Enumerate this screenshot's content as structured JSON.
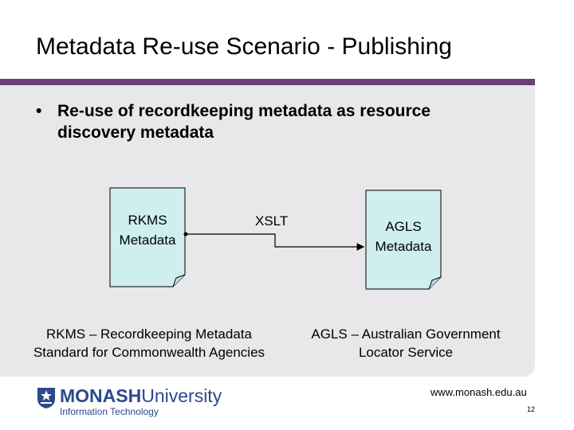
{
  "slide": {
    "title": "Metadata Re-use Scenario - Publishing",
    "bullet": {
      "marker": "•",
      "text": "Re-use of recordkeeping metadata as resource discovery metadata"
    }
  },
  "diagram": {
    "source_doc": {
      "line1": "RKMS",
      "line2": "Metadata"
    },
    "connector_label": "XSLT",
    "target_doc": {
      "line1": "AGLS",
      "line2": "Metadata"
    },
    "doc_fill": "#cfeef0",
    "source_caption": {
      "line1": "RKMS – Recordkeeping Metadata",
      "line2": "Standard for Commonwealth Agencies"
    },
    "target_caption": {
      "line1": "AGLS – Australian Government",
      "line2": "Locator Service"
    }
  },
  "footer": {
    "logo_word_bold": "MONASH",
    "logo_word_light": "University",
    "logo_subtitle": "Information Technology",
    "url": "www.monash.edu.au",
    "page_number": "12"
  },
  "colors": {
    "accent_bar": "#6b3f79",
    "panel": "#e8e7e9",
    "logo_blue": "#2b4a8c"
  }
}
